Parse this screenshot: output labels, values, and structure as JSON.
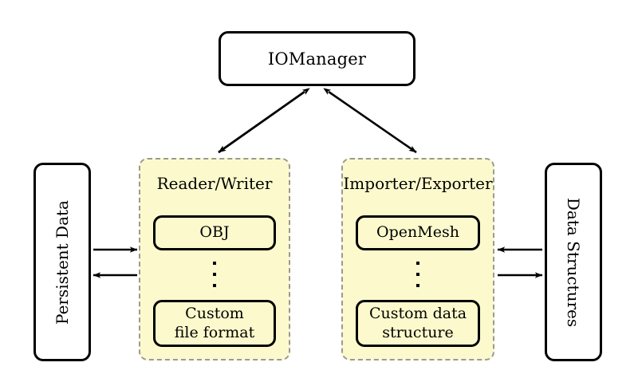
{
  "diagram": {
    "title_node": {
      "label": "IOManager"
    },
    "left_store": {
      "label": "Persistent Data",
      "orientation": "rotated-ccw"
    },
    "right_store": {
      "label": "Data Structures",
      "orientation": "rotated-cw"
    },
    "panels": [
      {
        "id": "reader-writer",
        "title": "Reader/Writer",
        "modules": [
          {
            "line1": "OBJ",
            "line2": ""
          },
          {
            "line1": "Custom",
            "line2": "file format"
          }
        ],
        "ellipsis": "⋮"
      },
      {
        "id": "importer-exporter",
        "title": "Importer/Exporter",
        "modules": [
          {
            "line1": "OpenMesh",
            "line2": ""
          },
          {
            "line1": "Custom data",
            "line2": "structure"
          }
        ],
        "ellipsis": "⋮"
      }
    ],
    "connections": [
      {
        "name": "iomanager-readerwriter",
        "style": "double-headed-diagonal"
      },
      {
        "name": "iomanager-importerexporter",
        "style": "double-headed-diagonal"
      },
      {
        "name": "persistentdata-to-readerwriter",
        "style": "single-arrow-right"
      },
      {
        "name": "readerwriter-to-persistentdata",
        "style": "single-arrow-left"
      },
      {
        "name": "datastructures-to-importerexporter",
        "style": "single-arrow-left"
      },
      {
        "name": "importerexporter-to-datastructures",
        "style": "single-arrow-right"
      }
    ],
    "colors": {
      "panel_fill": "#fcfacd",
      "panel_border": "#999999",
      "stroke": "#000000",
      "background": "#ffffff"
    }
  }
}
